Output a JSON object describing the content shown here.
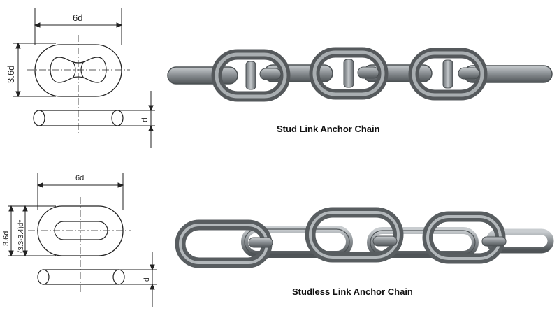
{
  "top": {
    "caption": "Stud Link Anchor Chain",
    "dim_width": "6d",
    "dim_height": "3.6d",
    "dim_thickness": "d"
  },
  "bottom": {
    "caption": "Studless Link Anchor Chain",
    "dim_width": "6d",
    "dim_height": "3.6d",
    "dim_inner": "(3.3-3.4)d*",
    "dim_thickness": "d"
  },
  "colors": {
    "steel_dark": "#5d6266",
    "steel_mid": "#8e9397",
    "steel_light": "#c9cdd0",
    "line": "#222222"
  }
}
